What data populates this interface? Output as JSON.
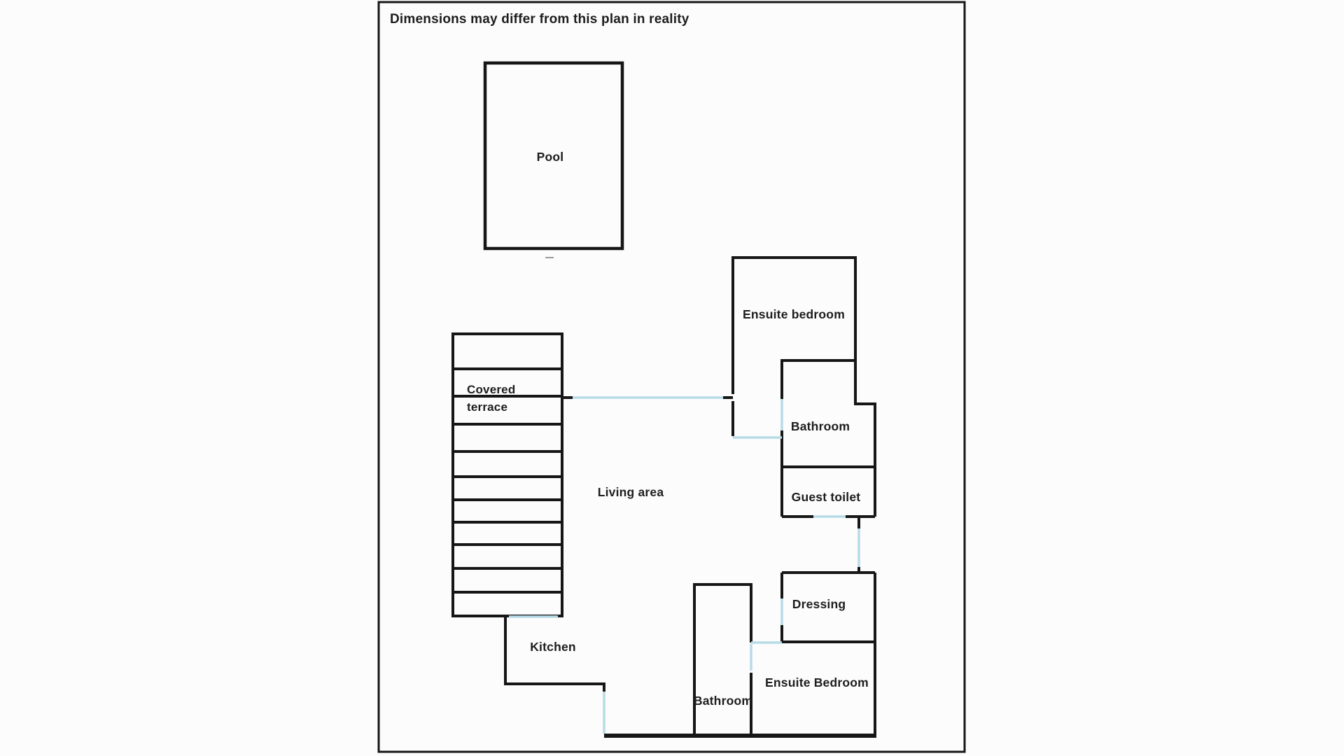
{
  "plan": {
    "disclaimer": "Dimensions may differ from this plan in reality",
    "rooms": {
      "pool": {
        "label": "Pool"
      },
      "covered_terrace": {
        "line1": "Covered",
        "line2": "terrace"
      },
      "living_area": {
        "label": "Living area"
      },
      "kitchen": {
        "label": "Kitchen"
      },
      "ensuite_bedroom_upper": {
        "label": "Ensuite bedroom"
      },
      "bathroom_upper": {
        "label": "Bathroom"
      },
      "guest_toilet": {
        "label": "Guest toilet"
      },
      "dressing": {
        "label": "Dressing"
      },
      "ensuite_bedroom_lower": {
        "label": "Ensuite Bedroom"
      },
      "bathroom_lower": {
        "label": "Bathroom"
      }
    },
    "colors": {
      "wall": "#161616",
      "opening": "#b7dbe7",
      "ink": "#1d1d1d",
      "background": "#fcfcfc"
    }
  }
}
